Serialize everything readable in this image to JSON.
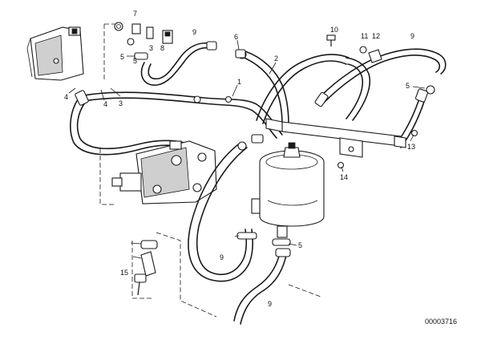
{
  "diagram": {
    "drawing_code": "00003716",
    "callouts": [
      {
        "id": "c1",
        "label": "1"
      },
      {
        "id": "c2",
        "label": "2"
      },
      {
        "id": "c3a",
        "label": "3"
      },
      {
        "id": "c3b",
        "label": "3"
      },
      {
        "id": "c4a",
        "label": "4"
      },
      {
        "id": "c4b",
        "label": "4"
      },
      {
        "id": "c5a",
        "label": "5"
      },
      {
        "id": "c5b",
        "label": "5"
      },
      {
        "id": "c5c",
        "label": "5"
      },
      {
        "id": "c5d",
        "label": "5"
      },
      {
        "id": "c6",
        "label": "6"
      },
      {
        "id": "c7",
        "label": "7"
      },
      {
        "id": "c8",
        "label": "8"
      },
      {
        "id": "c9a",
        "label": "9"
      },
      {
        "id": "c9b",
        "label": "9"
      },
      {
        "id": "c9c",
        "label": "9"
      },
      {
        "id": "c9d",
        "label": "9"
      },
      {
        "id": "c10",
        "label": "10"
      },
      {
        "id": "c11",
        "label": "11"
      },
      {
        "id": "c12",
        "label": "12"
      },
      {
        "id": "c13",
        "label": "13"
      },
      {
        "id": "c14",
        "label": "14"
      },
      {
        "id": "c15",
        "label": "15"
      }
    ]
  }
}
